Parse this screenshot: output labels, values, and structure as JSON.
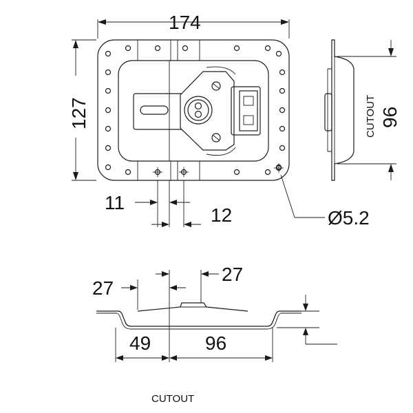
{
  "top_view": {
    "width_label": "174",
    "height_label": "127",
    "dim_left_small": "11",
    "dim_right_small": "12",
    "hole_label": "Ø5.2"
  },
  "side_view": {
    "cutout_label": "CUTOUT",
    "cutout_value": "96"
  },
  "bottom_view": {
    "dim_left_27": "27",
    "dim_right_27": "27",
    "dim_49": "49",
    "dim_96": "96",
    "cutout_label": "CUTOUT"
  },
  "colors": {
    "line": "#1a1a1a",
    "background": "#ffffff"
  }
}
